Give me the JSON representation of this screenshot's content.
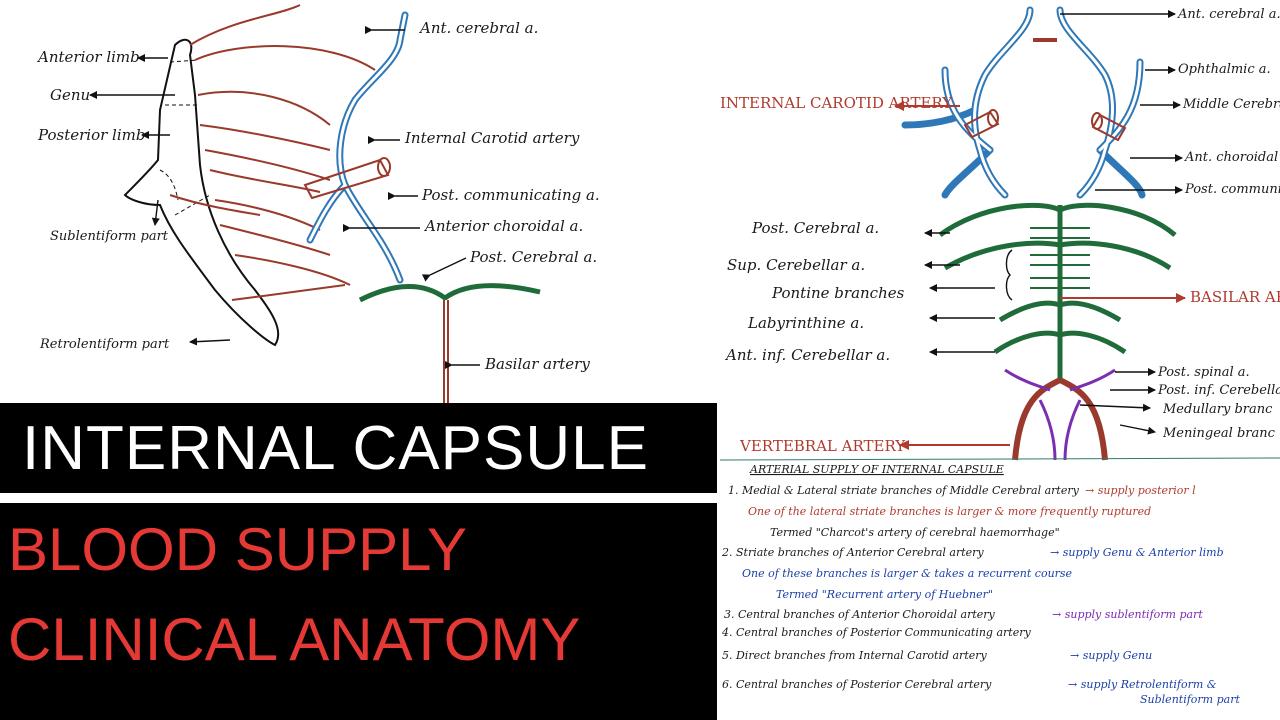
{
  "left_diagram": {
    "labels": {
      "anterior_limb": "Anterior limb",
      "genu": "Genu",
      "posterior_limb": "Posterior limb",
      "sublentiform": "Sublentiform part",
      "retrolentiform": "Retrolentiform part",
      "ant_cerebral": "Ant. cerebral a.",
      "internal_carotid": "Internal Carotid artery",
      "post_communicating": "Post. communicating a.",
      "anterior_choroidal": "Anterior choroidal a.",
      "post_cerebral": "Post. Cerebral a.",
      "basilar": "Basilar artery"
    }
  },
  "right_diagram": {
    "labels": {
      "ant_cerebral": "Ant. cerebral a.",
      "ophthalmic": "Ophthalmic a.",
      "middle_cerebral": "Middle Cerebral",
      "ant_choroidal": "Ant. choroidal",
      "post_communic": "Post. communic",
      "internal_carotid": "INTERNAL CAROTID ARTERY",
      "post_cerebral": "Post. Cerebral a.",
      "sup_cerebellar": "Sup. Cerebellar a.",
      "pontine": "Pontine branches",
      "labyrinthine": "Labyrinthine a.",
      "ant_inf_cerebellar": "Ant. inf. Cerebellar a.",
      "basilar": "BASILAR AR",
      "post_spinal": "Post. spinal a.",
      "post_inf_cerebellar": "Post. inf. Cerebella",
      "medullary": "Medullary branc",
      "meningeal": "Meningeal branc",
      "vertebral": "VERTEBRAL ARTERY"
    }
  },
  "notes": {
    "heading": "ARTERIAL SUPPLY OF INTERNAL CAPSULE",
    "n1a": "1. Medial & Lateral striate branches of Middle Cerebral artery",
    "n1b": "→ supply posterior l",
    "n1c": "One of the lateral striate branches is larger & more frequently ruptured",
    "n1d": "Termed \"Charcot's artery of cerebral haemorrhage\"",
    "n2a": "2. Striate branches of Anterior Cerebral artery",
    "n2b": "→ supply Genu & Anterior limb",
    "n2c": "One of these branches is larger & takes a recurrent course",
    "n2d": "Termed \"Recurrent artery of Huebner\"",
    "n3a": "3. Central branches of Anterior Choroidal artery",
    "n3b": "→ supply sublentiform part",
    "n4": "4. Central branches of Posterior Communicating artery",
    "n5a": "5. Direct branches from Internal Carotid artery",
    "n5b": "→ supply Genu",
    "n6a": "6. Central branches of Posterior Cerebral artery",
    "n6b": "→ supply Retrolentiform &",
    "n6c": "Sublentiform part"
  },
  "banner": {
    "title_line1": "INTERNAL CAPSULE",
    "title_line2": "BLOOD SUPPLY",
    "title_line3": "CLINICAL ANATOMY"
  },
  "colors": {
    "artery_red": "#9a3a2c",
    "carotid_blue": "#2f78b8",
    "basilar_green": "#1f6b3a",
    "vertebral_purple": "#7b2fb0",
    "title_red": "#e53935"
  }
}
